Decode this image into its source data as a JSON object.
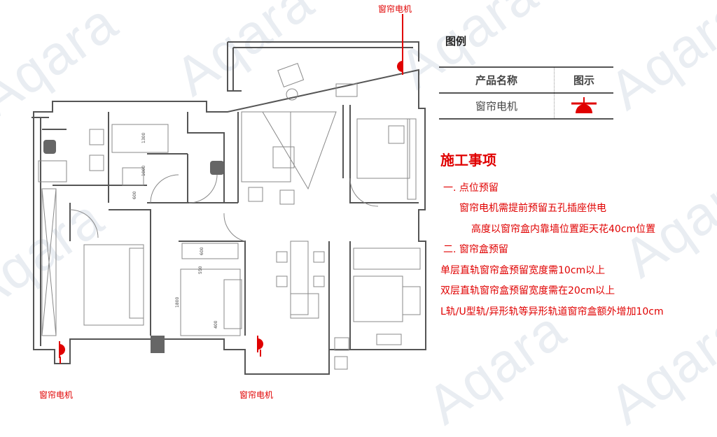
{
  "watermark": "Aqara",
  "colors": {
    "accent": "#e00000",
    "wall": "#555555",
    "watermark": "#e9edf2"
  },
  "motor_labels": {
    "top": "窗帘电机",
    "bottom_left": "窗帘电机",
    "bottom_center": "窗帘电机"
  },
  "dimensions": [
    "1300",
    "1000",
    "600",
    "600",
    "550",
    "1800",
    "400"
  ],
  "legend": {
    "title": "图例",
    "headers": [
      "产品名称",
      "图示"
    ],
    "rows": [
      {
        "name": "窗帘电机",
        "icon": "curtain-motor-icon"
      }
    ]
  },
  "notes": {
    "title": "施工事项",
    "lines": [
      "一. 点位预留",
      "窗帘电机需提前预留五孔插座供电",
      "高度以窗帘盒内靠墙位置距天花40cm位置",
      "二. 窗帘盒预留",
      "单层直轨窗帘盒预留宽度需10cm以上",
      "双层直轨窗帘盒预留宽度需在20cm以上",
      "L轨/U型轨/异形轨等异形轨道窗帘盒额外增加10cm"
    ]
  }
}
